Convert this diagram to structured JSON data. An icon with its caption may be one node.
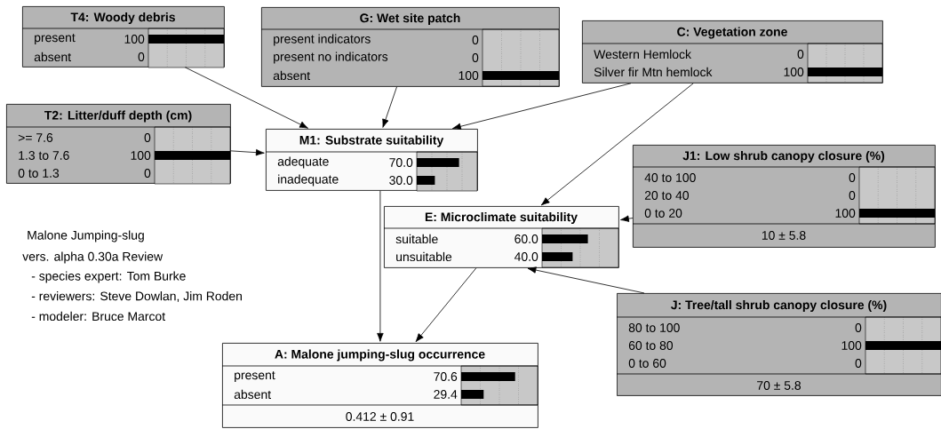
{
  "diagram": {
    "nodes": [
      {
        "text": [
          "T4: Woody debris",
          "present",
          "100",
          "absent",
          "0"
        ]
      },
      {
        "text": [
          "G: Wet site patch",
          "present indicators",
          "0",
          "present no indicators",
          "0",
          "absent",
          "100"
        ]
      },
      {
        "text": [
          "C: Vegetation zone",
          "Western Hemlock",
          "0",
          "Silver fir Mtn hemlock",
          "100"
        ]
      },
      {
        "text": [
          "T2: Litter/duff depth (cm)",
          ">= 7.6",
          "0",
          "1.3 to 7.6",
          "100",
          "0 to 1.3",
          "0"
        ]
      },
      {
        "text": [
          "M1: Substrate suitability",
          "adequate",
          "70.0",
          "inadequate",
          "30.0"
        ]
      },
      {
        "text": [
          "J1: Low shrub canopy closure (%)",
          "40 to 100",
          "0",
          "20 to 40",
          "0",
          "0 to 20",
          "100",
          "10 ± 5.8"
        ]
      },
      {
        "text": [
          "E: Microclimate suitability",
          "suitable",
          "60.0",
          "unsuitable",
          "40.0"
        ]
      },
      {
        "text": [
          "J: Tree/tall shrub canopy closure (%)",
          "80 to 100",
          "0",
          "60 to 80",
          "100",
          "0 to 60",
          "0",
          "70 ± 5.8"
        ]
      },
      {
        "text": [
          "A: Malone jumping-slug occurrence",
          "present",
          "70.6",
          "absent",
          "29.4",
          "0.412 ± 0.91"
        ]
      }
    ],
    "edges": [
      {
        "from": 0,
        "to": 4,
        "arrow": "to"
      },
      {
        "from": 1,
        "to": 4,
        "arrow": "to"
      },
      {
        "from": 2,
        "to": 4,
        "arrow": "to"
      },
      {
        "from": 3,
        "to": 4,
        "arrow": "to"
      },
      {
        "from": 2,
        "to": 6,
        "arrow": "to"
      },
      {
        "from": 5,
        "to": 6,
        "arrow": "to"
      },
      {
        "from": 7,
        "to": 6,
        "arrow": "to"
      },
      {
        "from": 4,
        "to": 8,
        "arrow": "to"
      },
      {
        "from": 6,
        "to": 8,
        "arrow": "to"
      }
    ],
    "labels": [
      "Malone Jumping-slug",
      "vers. alpha 0.30a Review",
      "- species expert: Tom Burke",
      "- reviewers: Steve Dowlan, Jim Roden",
      "- modeler: Bruce Marcot"
    ]
  }
}
